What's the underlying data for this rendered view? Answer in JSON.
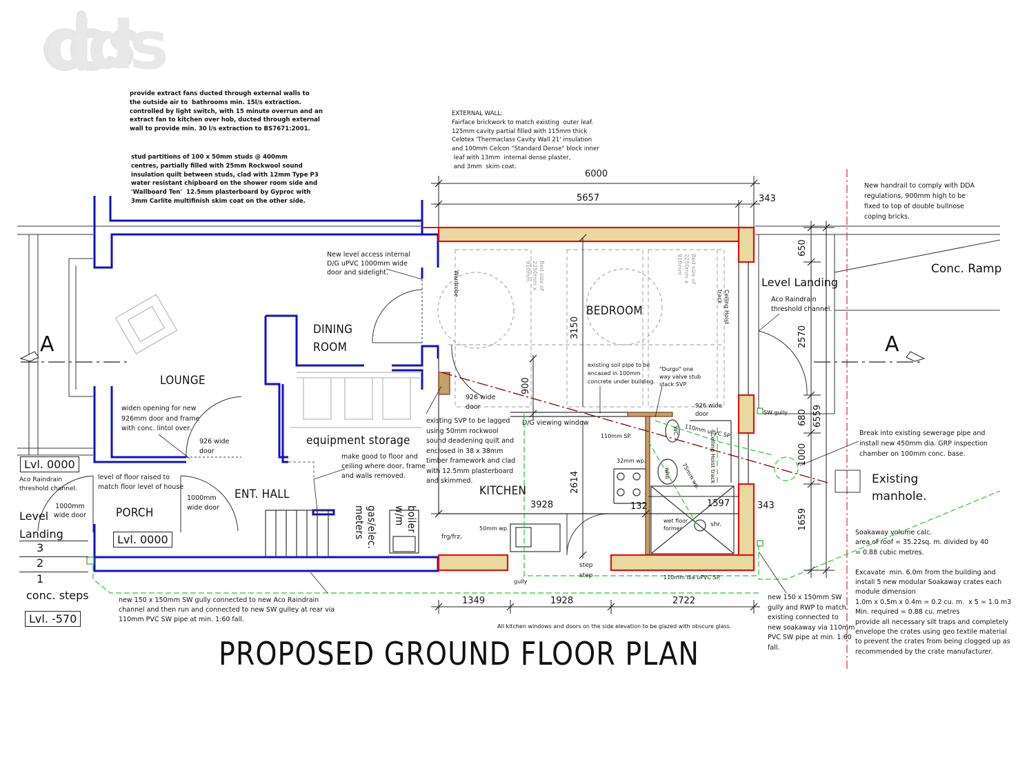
{
  "logo": "dds",
  "title": "PROPOSED GROUND FLOOR PLAN",
  "colors": {
    "existing_wall": "#1010cc",
    "new_wall": "#e01010",
    "insulation": "#e8d9a0",
    "drainage": "#22cc22",
    "soil_pipe": "#a01010",
    "line": "#222222"
  },
  "section_markers": [
    "A",
    "A"
  ],
  "rooms": {
    "bedroom": "BEDROOM",
    "dining": "DINING\nROOM",
    "lounge": "LOUNGE",
    "equipment": "equipment storage",
    "hall": "ENT. HALL",
    "porch": "PORCH",
    "kitchen": "KITCHEN",
    "gas": "gas/elec.\nmeters",
    "boiler": "boiler\nw/m"
  },
  "levels": {
    "left_top": "Lvl. 0000",
    "porch": "Lvl. 0000",
    "bottom": "Lvl. -570"
  },
  "steps": [
    "3",
    "2",
    "1"
  ],
  "labels": {
    "level_landing_left": "Level\nLanding",
    "conc_steps": "conc. steps",
    "level_landing_right": "Level Landing",
    "aco_right": "Aco Raindrain\nthreshold channel.",
    "conc_ramp": "Conc. Ramp",
    "existing_manhole": "Existing\nmanhole.",
    "sw_gully": "SW gully",
    "gully": "gully",
    "step1": "step",
    "step2": "step",
    "frg": "frg/frz.",
    "wardrobe": "Wardrobe",
    "ceiling_hoist": "Ceiling Hoist\ntrack",
    "ceiling_hoist2": "Ceiling Hoist track",
    "durgo": "\"Durgo\" one\nway valve stub\nstack SVP.",
    "wet_floor": "wet floor\nformer",
    "shr": "shr.",
    "wc": "WC",
    "whb": "whb",
    "wp32": "32mm wp.",
    "wp75": "75mm wp.",
    "wp50": "50mm wp.",
    "sp110": "110mm SP.",
    "upvc_sp": "110mm uPVC SP",
    "dia_sp": "110mm dia uPVC SP.",
    "door926_a": "926 wide\ndoor",
    "door926_b": "926 wide\ndoor",
    "door926_c": "926 wide\ndoor",
    "door1000_a": "1000mm\nwide door",
    "door1000_b": "1000mm\nwide door",
    "dg_window": "D/G viewing window",
    "obscure": "All kitchen windows and doors on the side elevation to be glazed with obscure glass.",
    "bed_size1": "Bed size of\n2250mm x\n910mm",
    "bed_size2": "Bed size of\n2250mm x\n910mm"
  },
  "notes": {
    "extract": "provide extract fans ducted through external walls to\nthe outside air to  bathrooms min. 15l/s extraction.\ncontrolled by light switch, with 15 minute overrun and an\nextract fan to kitchen over hob, ducted through external\nwall to provide min. 30 l/s extraction to BS7671:2001.",
    "stud": "stud partitions of 100 x 50mm studs @ 400mm\ncentres, partially filled with 25mm Rockwool sound\ninsulation quilt between studs, clad with 12mm Type P3\nwater resistant chipboard on the shower room side and\n'Wallboard Ten'  12.5mm plasterboard by Gyproc with\n3mm Carlite multifinish skim coat on the other side.",
    "external_wall": "EXTERNAL WALL:\nFairface brickwork to match existing  outer leaf.\n125mm cavity partial filled with 115mm thick\nCelotex 'Thermaclass Cavity Wall 21' insulation\nand 100mm Celcon \"Standard Dense\" block inner\n leaf with 13mm  internal dense plaster,\n and 3mm  skim coat.",
    "handrail": "New handrail to comply with DDA\nregulations, 900mm high to be\nfixed to top of double bullnose\ncoping bricks.",
    "new_door": "New level access internal\nD/G uPVC 1000mm wide\ndoor and sidelight.",
    "widen": "widen opening for new\n926mm door and frame\nwith conc. lintol over.",
    "aco_left": "Aco Raindrain\nthreshold channel.",
    "floor_raised": "level of floor raised to\nmatch floor level of house",
    "make_good": "make good to floor and\nceiling where door, frame\nand walls removed.",
    "svp": "existing SVP to be lagged\nusing 50mm rockwool\nsound deadening quilt and\nenclosed in 38 x 38mm\ntimber framework and clad\nwith 12.5mm plasterboard\nand skimmed.",
    "soil_pipe": "existing soil pipe to be\nencased in 100mm\nconcrete under building.",
    "break_into": "Break into existing sewerage pipe and\ninstall new 450mm dia. GRP inspection\nchamber on 100mm conc. base.",
    "gully_left": "new 150 x 150mm SW gully connected to new Aco Raindrain\nchannel and then run and connected to new SW gulley at rear via\n110mm PVC SW pipe at min. 1:60 fall.",
    "gully_right": "new 150 x 150mm SW\ngully and RWP to match\nexisting connected to\nnew soakaway via 110mm\nPVC SW pipe at min. 1:60\nfall.",
    "soakaway": "Soakaway volume calc.\narea of roof = 35.22sq. m. divided by 40\n= 0.88 cubic metres.\n\nExcavate  min. 6.0m from the building and\ninstall 5 new modular Soakaway crates each\nmodule dimension\n1.0m x 0.5m x 0.4m = 0.2 cu. m.  x 5 = 1.0 m3\nMin. required = 0.88 cu. metres\nprovide all necessary silt traps and completely\nenvelope the crates using geo textile material\nto prevent the crates from being clogged up as\nrecommended by the crate manufacturer."
  },
  "dimensions": {
    "top_overall": "6000",
    "top_inner": "5657",
    "top_right": "343",
    "right_650": "650",
    "right_2570": "2570",
    "right_680": "680",
    "right_6559": "6559",
    "right_1000": "1000",
    "right_1659": "1659",
    "right_343": "343",
    "bedroom_3150": "3150",
    "kitchen_2614": "2614",
    "kitchen_3928": "3928",
    "kitchen_132": "132",
    "shower_1597": "1597",
    "win_900": "900",
    "bottom_1349": "1349",
    "bottom_1928": "1928",
    "bottom_2722": "2722"
  }
}
